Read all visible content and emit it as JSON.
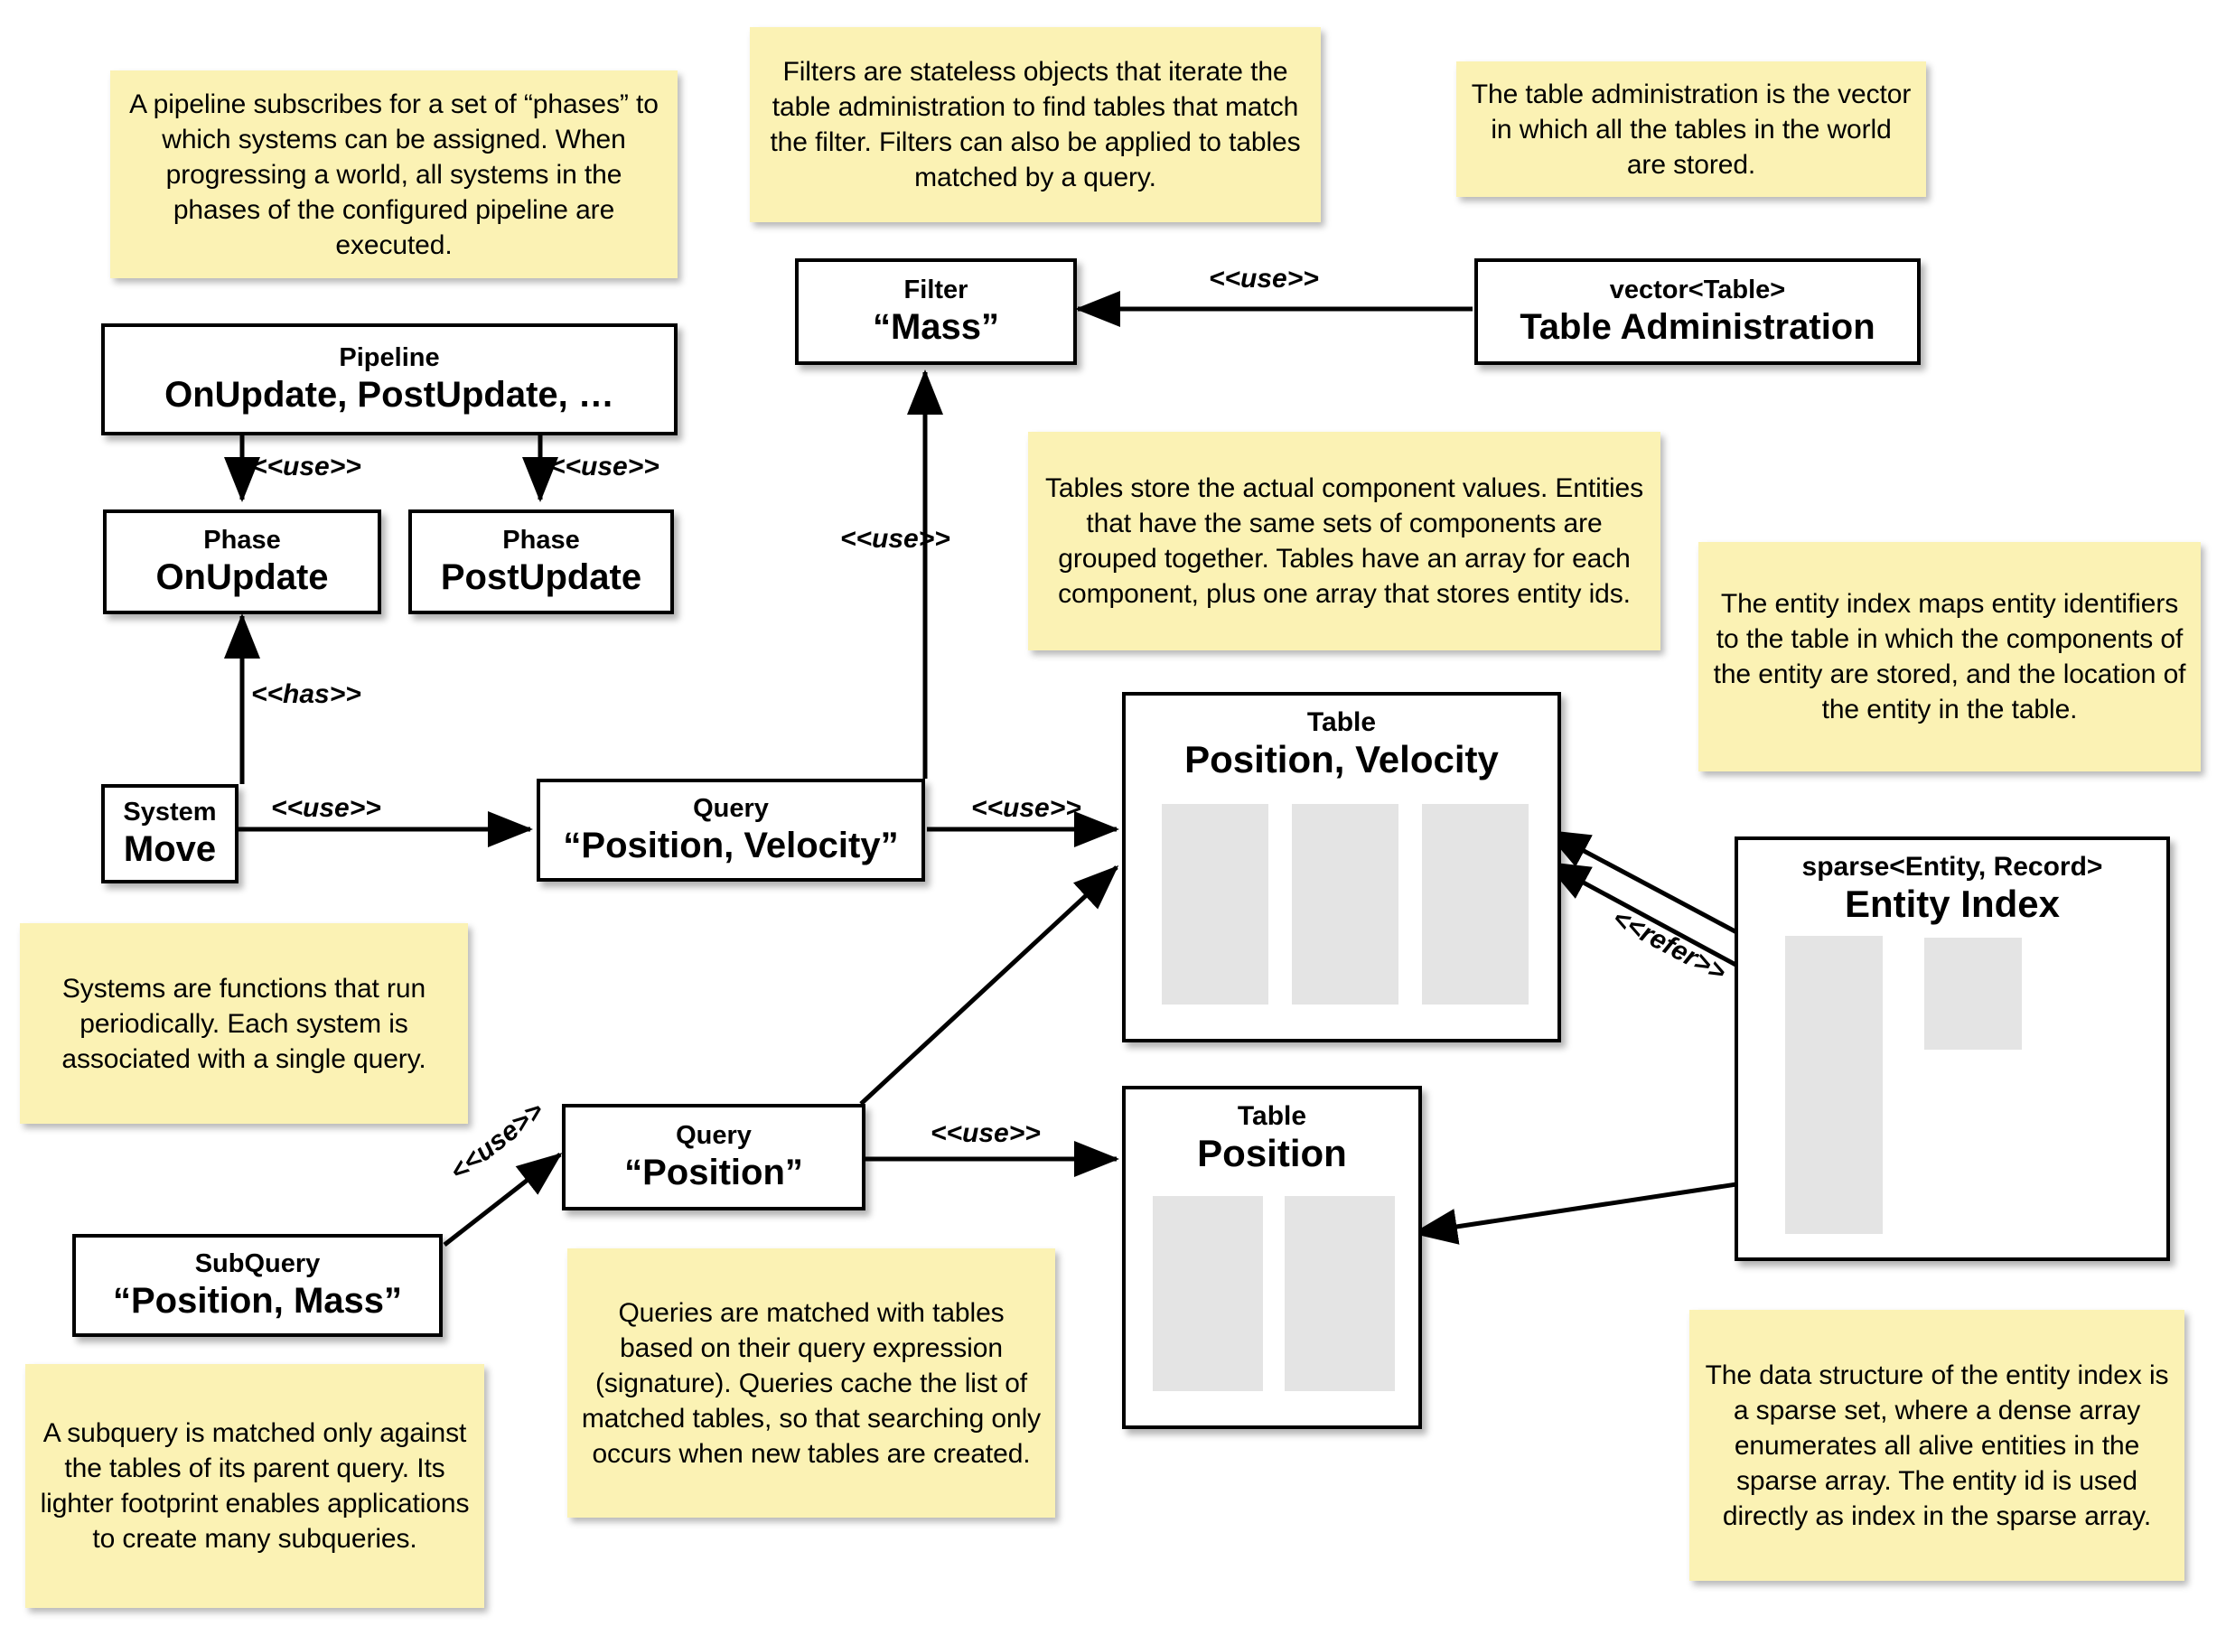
{
  "diagram": {
    "title": "ECS architecture: pipelines, systems, queries, tables and entity index"
  },
  "notes": [
    {
      "id": "note-pipeline",
      "text": "A pipeline subscribes for a set of “phases” to which systems can be assigned. When progressing a world, all systems in the phases of the configured pipeline are executed."
    },
    {
      "id": "note-filters",
      "text": "Filters are stateless objects that iterate the table administration to find tables that match the filter. Filters can also be applied to tables matched by a query."
    },
    {
      "id": "note-table-administration",
      "text": "The table administration is the vector in which all the tables in the world are stored."
    },
    {
      "id": "note-tables",
      "text": "Tables store the actual component values. Entities that have the same sets of components are grouped together. Tables have an array for each component, plus one array that stores entity ids."
    },
    {
      "id": "note-entity-index",
      "text": "The entity index maps entity identifiers to the table in which the components of the entity are stored, and the location of the entity in the table."
    },
    {
      "id": "note-systems",
      "text": "Systems are functions that run periodically. Each system is associated with a single query."
    },
    {
      "id": "note-queries",
      "text": "Queries are matched with tables based on their query expression (signature). Queries cache the list of matched tables, so that searching only occurs when new tables are created."
    },
    {
      "id": "note-subquery",
      "text": "A subquery is matched only against the tables of its parent query. Its lighter footprint enables applications to create many subqueries."
    },
    {
      "id": "note-sparse-set",
      "text": "The data structure of the entity index is a sparse set, where a dense array enumerates all alive entities in the sparse array. The entity id is used directly as index in the sparse array."
    }
  ],
  "boxes": [
    {
      "id": "filter-mass",
      "stereo": "Filter",
      "title": "“Mass”"
    },
    {
      "id": "table-administration",
      "stereo": "vector<Table>",
      "title": "Table Administration"
    },
    {
      "id": "pipeline",
      "stereo": "Pipeline",
      "title": "OnUpdate, PostUpdate, …"
    },
    {
      "id": "phase-onupdate",
      "stereo": "Phase",
      "title": "OnUpdate"
    },
    {
      "id": "phase-postupdate",
      "stereo": "Phase",
      "title": "PostUpdate"
    },
    {
      "id": "system-move",
      "stereo": "System",
      "title": "Move"
    },
    {
      "id": "query-position-velocity",
      "stereo": "Query",
      "title": "“Position, Velocity”"
    },
    {
      "id": "query-position",
      "stereo": "Query",
      "title": "“Position”"
    },
    {
      "id": "subquery-position-mass",
      "stereo": "SubQuery",
      "title": "“Position, Mass”"
    },
    {
      "id": "table-position-velocity",
      "stereo": "Table",
      "title": "Position, Velocity"
    },
    {
      "id": "table-position",
      "stereo": "Table",
      "title": "Position"
    },
    {
      "id": "entity-index",
      "stereo": "sparse<Entity, Record>",
      "title": "Entity Index"
    }
  ],
  "edge_labels": {
    "use": "<<use>>",
    "has": "<<has>>",
    "refer": "<<refer>>"
  },
  "colors": {
    "note_background": "#fbf2b4",
    "box_background": "#ffffff",
    "box_border": "#000000",
    "column_fill": "#e4e4e4",
    "page_background": "#ffffff",
    "text": "#000000"
  }
}
